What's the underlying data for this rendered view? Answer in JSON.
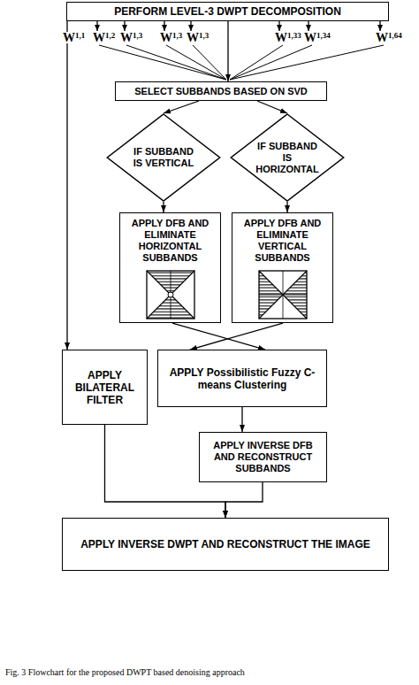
{
  "diagram": {
    "caption": "Fig. 3 Flowchart for the proposed DWPT based denoising approach",
    "nodes": [
      {
        "text": [
          "PERFORM LEVEL-3 DWPT DECOMPOSITION"
        ]
      },
      {
        "text": [
          "SELECT SUBBANDS BASED ON SVD"
        ]
      },
      {
        "text": [
          "IF SUBBAND IS VERTICAL"
        ]
      },
      {
        "text": [
          "IF SUBBAND IS HORIZONTAL"
        ]
      },
      {
        "text": [
          "APPLY DFB AND ELIMINATE HORIZONTAL SUBBANDS"
        ]
      },
      {
        "text": [
          "APPLY DFB AND ELIMINATE VERTICAL SUBBANDS"
        ]
      },
      {
        "text": [
          "APPLY BILATERAL FILTER"
        ]
      },
      {
        "text": [
          "APPLY Possibilistic Fuzzy C-means Clustering"
        ]
      },
      {
        "text": [
          "APPLY INVERSE DFB AND RECONSTRUCT SUBBANDS"
        ]
      },
      {
        "text": [
          "APPLY INVERSE DWPT AND RECONSTRUCT THE IMAGE"
        ]
      }
    ],
    "edges": [
      {
        "from": 0,
        "to": 1,
        "arrow": "to"
      },
      {
        "from": 0,
        "to": 6,
        "arrow": "to"
      },
      {
        "from": 1,
        "to": 2,
        "arrow": "to"
      },
      {
        "from": 1,
        "to": 3,
        "arrow": "to"
      },
      {
        "from": 2,
        "to": 4,
        "arrow": "to"
      },
      {
        "from": 3,
        "to": 5,
        "arrow": "to"
      },
      {
        "from": 4,
        "to": 7,
        "arrow": "to"
      },
      {
        "from": 5,
        "to": 7,
        "arrow": "to"
      },
      {
        "from": 7,
        "to": 8,
        "arrow": "to"
      },
      {
        "from": 6,
        "to": 9,
        "arrow": "to"
      },
      {
        "from": 8,
        "to": 9,
        "arrow": "to"
      }
    ],
    "labels": [
      "W1,1",
      "W1,2",
      "W1,3",
      "W1,3",
      "W1,3",
      "W1,33",
      "W1,34",
      "W1,64"
    ]
  }
}
